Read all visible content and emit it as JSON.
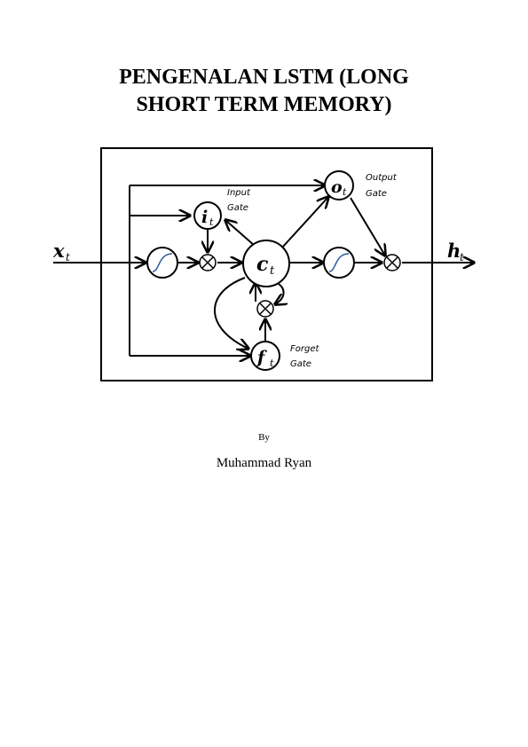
{
  "title": {
    "line1": "PENGENALAN LSTM (LONG",
    "line2": "SHORT TERM MEMORY)"
  },
  "diagram": {
    "input_var": "x",
    "input_sub": "t",
    "output_var": "h",
    "output_sub": "t",
    "cell_var": "c",
    "cell_sub": "t",
    "input_gate_var": "i",
    "input_gate_sub": "t",
    "output_gate_var": "o",
    "output_gate_sub": "t",
    "forget_gate_var": "f",
    "forget_gate_sub": "t",
    "input_gate_label1": "Input",
    "input_gate_label2": "Gate",
    "output_gate_label1": "Output",
    "output_gate_label2": "Gate",
    "forget_gate_label1": "Forget",
    "forget_gate_label2": "Gate"
  },
  "by_label": "By",
  "author": "Muhammad Ryan"
}
